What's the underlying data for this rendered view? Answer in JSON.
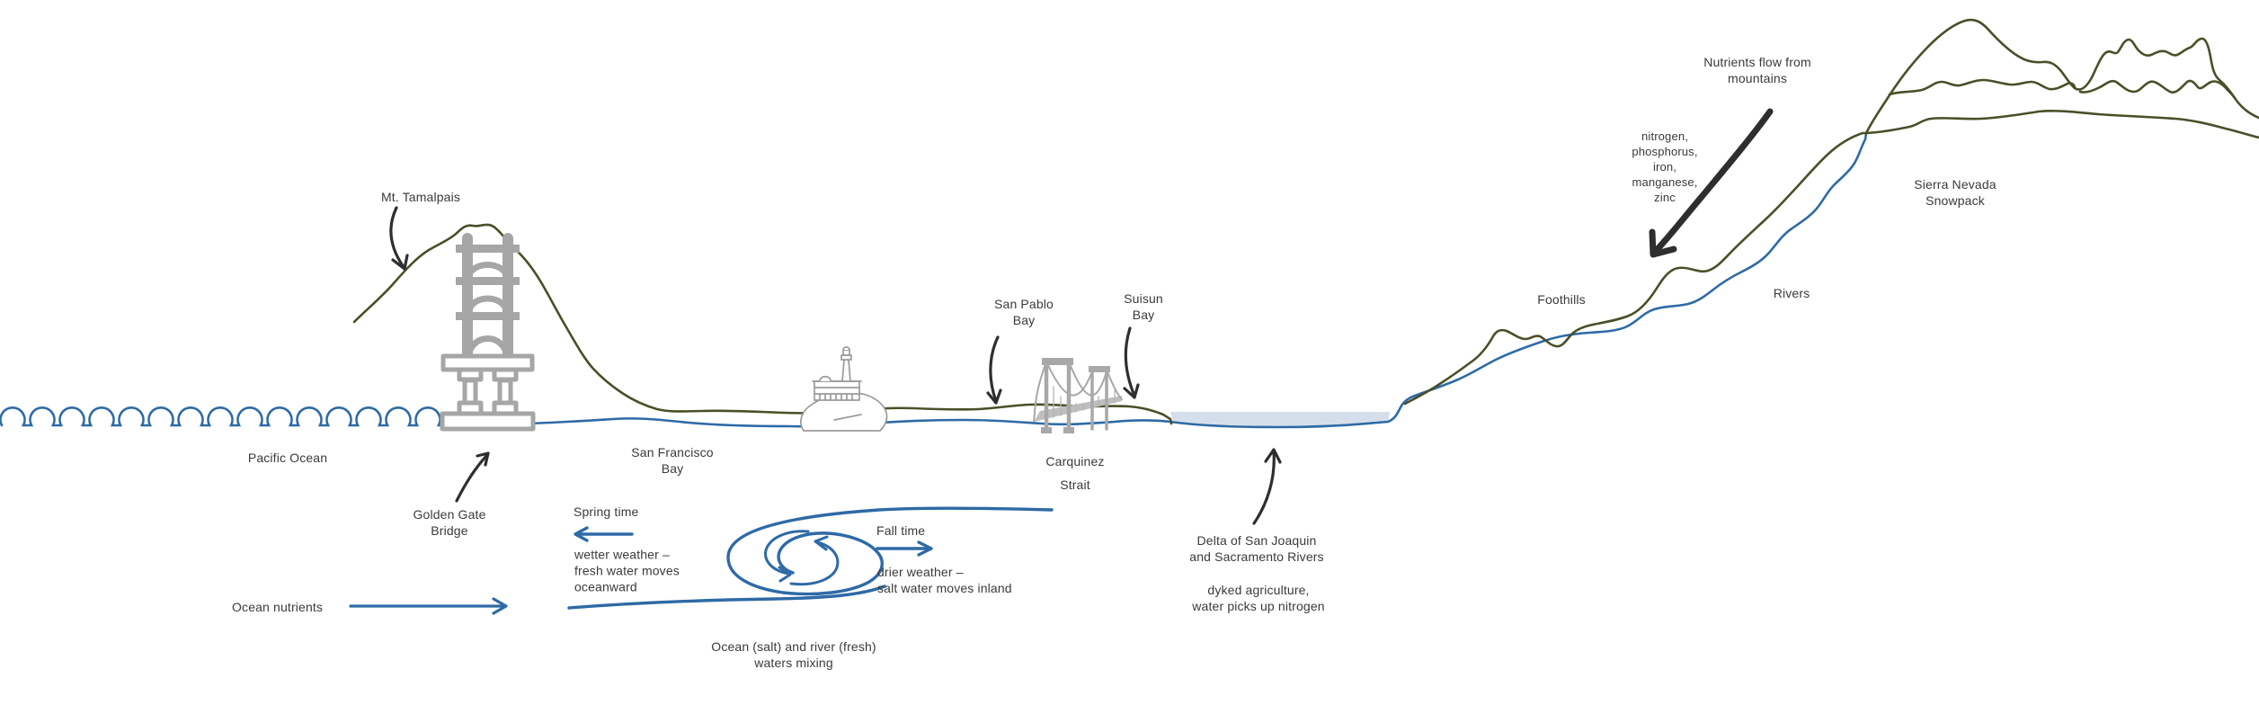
{
  "title": "Cross-section diagram: Pacific Ocean to Sierra Nevada — San Francisco Bay estuary nutrient flow",
  "colors": {
    "water_blue": "#2e6aa6",
    "terrain_olive": "#4a4f28",
    "structure_gray": "#a6a6a6",
    "island_gray": "#9b9b9b",
    "ink_black": "#2e2e2e",
    "delta_fill": "#d5dfeb",
    "text": "#3a3a3a"
  },
  "labels": {
    "pacific_ocean": "Pacific Ocean",
    "mt_tamalpais": "Mt. Tamalpais",
    "golden_gate_bridge": "Golden Gate\nBridge",
    "san_francisco_bay": "San Francisco\nBay",
    "san_pablo_bay": "San Pablo\nBay",
    "suisun_bay": "Suisun\nBay",
    "carquinez_strait": "Carquinez\nStrait",
    "delta": "Delta of San Joaquin\nand Sacramento Rivers",
    "dyked": "dyked agriculture,\nwater picks up nitrogen",
    "foothills": "Foothills",
    "rivers": "Rivers",
    "sierra_nevada": "Sierra Nevada\nSnowpack",
    "nutrients_flow": "Nutrients flow from\nmountains",
    "minerals": "nitrogen,\nphosphorus,\niron,\nmanganese,\nzinc",
    "ocean_nutrients": "Ocean nutrients",
    "spring_time": "Spring time",
    "spring_desc": "wetter weather –\nfresh water moves\noceanward",
    "fall_time": "Fall time",
    "fall_desc": "drier weather –\nsalt water moves inland",
    "mixing": "Ocean (salt) and river (fresh)\nwaters mixing"
  }
}
